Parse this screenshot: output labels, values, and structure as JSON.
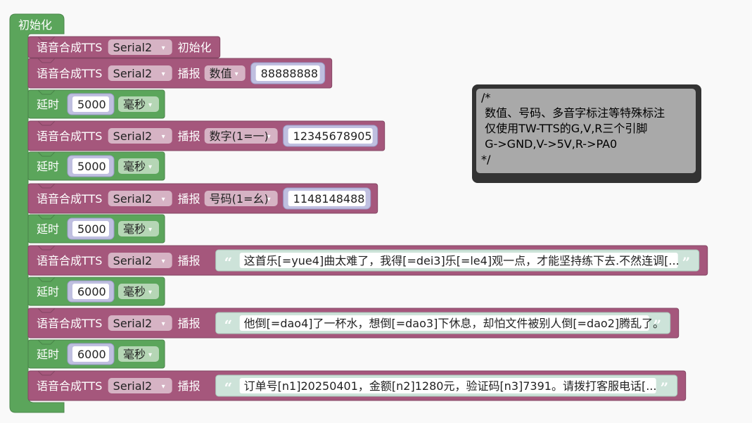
{
  "colors": {
    "setup_block": "#5ba55b",
    "tts_block": "#a5577c",
    "delay_block": "#5ba55b",
    "text_field_bg": "#cde3d9",
    "comment_bg": "#a9a9a9"
  },
  "setup": {
    "label": "初始化"
  },
  "blocks": [
    {
      "type": "tts_init",
      "label": "语音合成TTS",
      "serial": "Serial2",
      "suffix": "初始化"
    },
    {
      "type": "tts_play",
      "label": "语音合成TTS",
      "serial": "Serial2",
      "verb": "播报",
      "mode": "数值",
      "value": "88888888"
    },
    {
      "type": "delay",
      "label": "延时",
      "value": "5000",
      "unit": "毫秒"
    },
    {
      "type": "tts_play",
      "label": "语音合成TTS",
      "serial": "Serial2",
      "verb": "播报",
      "mode": "数字(1=一)",
      "value": "12345678905"
    },
    {
      "type": "delay",
      "label": "延时",
      "value": "5000",
      "unit": "毫秒"
    },
    {
      "type": "tts_play",
      "label": "语音合成TTS",
      "serial": "Serial2",
      "verb": "播报",
      "mode": "号码(1=幺)",
      "value": "1148148488"
    },
    {
      "type": "delay",
      "label": "延时",
      "value": "5000",
      "unit": "毫秒"
    },
    {
      "type": "tts_text",
      "label": "语音合成TTS",
      "serial": "Serial2",
      "verb": "播报",
      "text": "这首乐[=yue4]曲太难了，我得[=dei3]乐[=le4]观一点，才能坚持练下去.不然连调[..."
    },
    {
      "type": "delay",
      "label": "延时",
      "value": "6000",
      "unit": "毫秒"
    },
    {
      "type": "tts_text",
      "label": "语音合成TTS",
      "serial": "Serial2",
      "verb": "播报",
      "text": "他倒[=dao4]了一杯水，想倒[=dao3]下休息，却怕文件被别人倒[=dao2]腾乱了。"
    },
    {
      "type": "delay",
      "label": "延时",
      "value": "6000",
      "unit": "毫秒"
    },
    {
      "type": "tts_text",
      "label": "语音合成TTS",
      "serial": "Serial2",
      "verb": "播报",
      "text": "订单号[n1]20250401，金额[n2]1280元，验证码[n3]7391。请拨打客服电话[..."
    }
  ],
  "comment": {
    "text": "/*\n 数值、号码、多音字标注等特殊标注\n 仅使用TW-TTS的G,V,R三个引脚\n G->GND,V->5V,R->PA0\n*/"
  },
  "glyphs": {
    "dropdown_arrow": "▾",
    "quote_open": "“",
    "quote_close": "”"
  }
}
